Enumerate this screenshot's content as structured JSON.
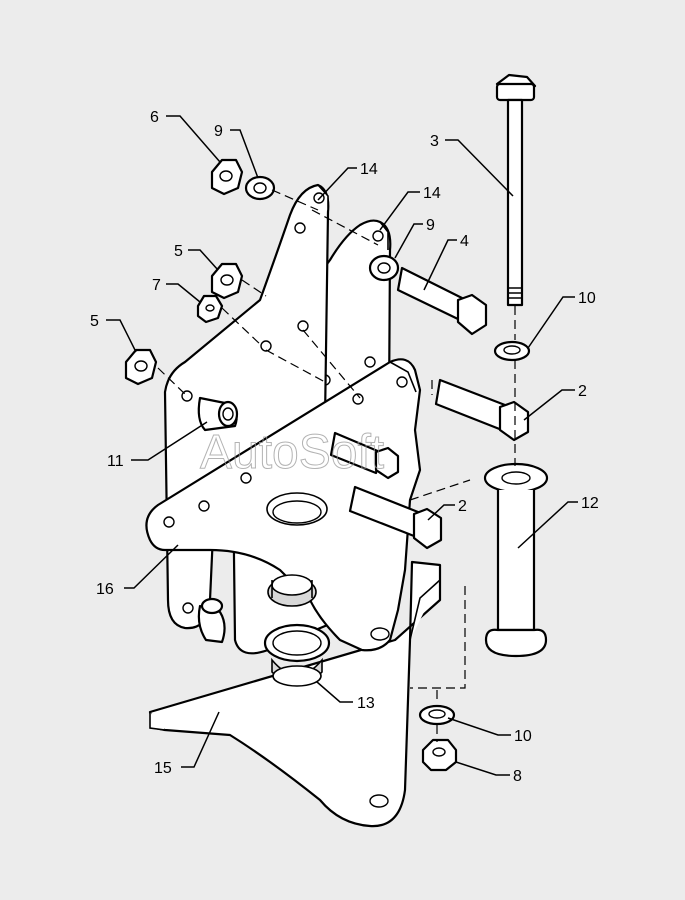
{
  "watermark": "AutoSoft",
  "callouts": [
    {
      "id": "c6",
      "label": "6"
    },
    {
      "id": "c9a",
      "label": "9"
    },
    {
      "id": "c14a",
      "label": "14"
    },
    {
      "id": "c14b",
      "label": "14"
    },
    {
      "id": "c9b",
      "label": "9"
    },
    {
      "id": "c4",
      "label": "4"
    },
    {
      "id": "c3",
      "label": "3"
    },
    {
      "id": "c5a",
      "label": "5"
    },
    {
      "id": "c7",
      "label": "7"
    },
    {
      "id": "c5b",
      "label": "5"
    },
    {
      "id": "c10a",
      "label": "10"
    },
    {
      "id": "c2a",
      "label": "2"
    },
    {
      "id": "c11",
      "label": "11"
    },
    {
      "id": "c2b",
      "label": "2"
    },
    {
      "id": "c12",
      "label": "12"
    },
    {
      "id": "c16",
      "label": "16"
    },
    {
      "id": "c13",
      "label": "13"
    },
    {
      "id": "c10b",
      "label": "10"
    },
    {
      "id": "c15",
      "label": "15"
    },
    {
      "id": "c8",
      "label": "8"
    }
  ]
}
